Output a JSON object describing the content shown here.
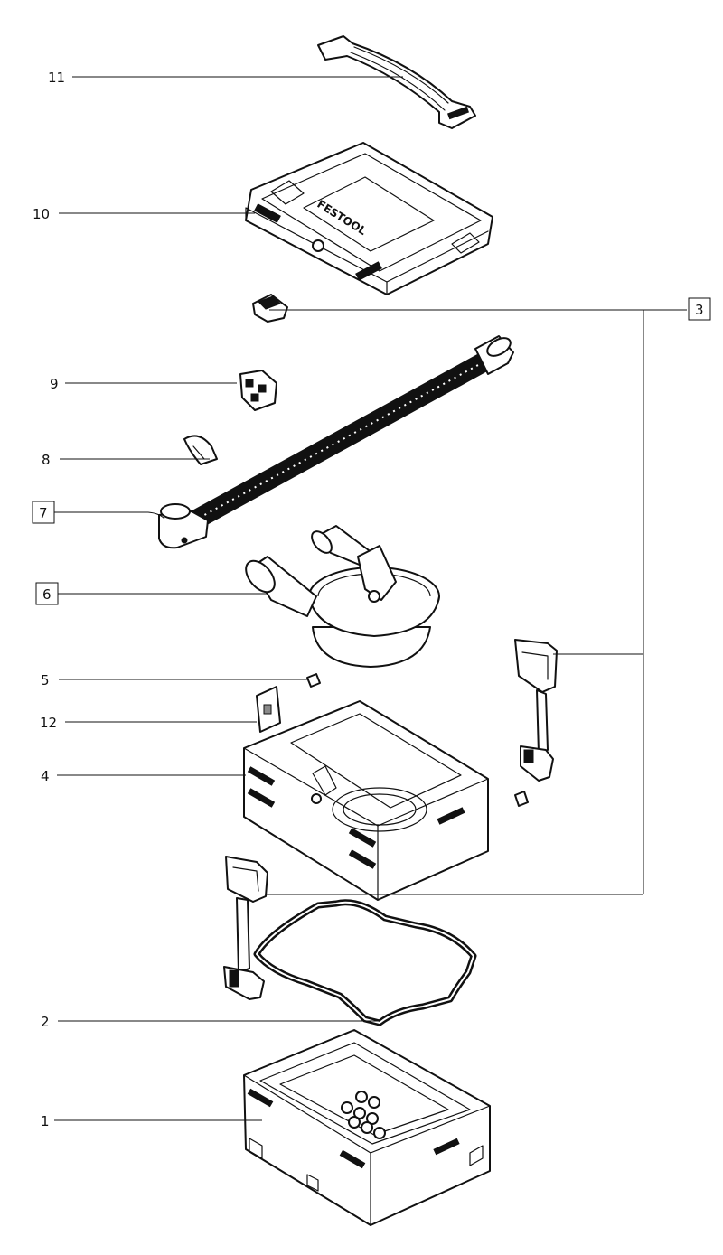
{
  "callouts": {
    "c1": "1",
    "c2": "2",
    "c3": "3",
    "c4": "4",
    "c5": "5",
    "c6": "6",
    "c7": "7",
    "c8": "8",
    "c9": "9",
    "c10": "10",
    "c11": "11",
    "c12": "12"
  },
  "boxed_callouts": [
    "3",
    "6",
    "7"
  ],
  "lid_brand_text": "FESTOOL",
  "colors": {
    "line": "#111111",
    "background": "#ffffff",
    "shading": "#8a8a8a"
  }
}
